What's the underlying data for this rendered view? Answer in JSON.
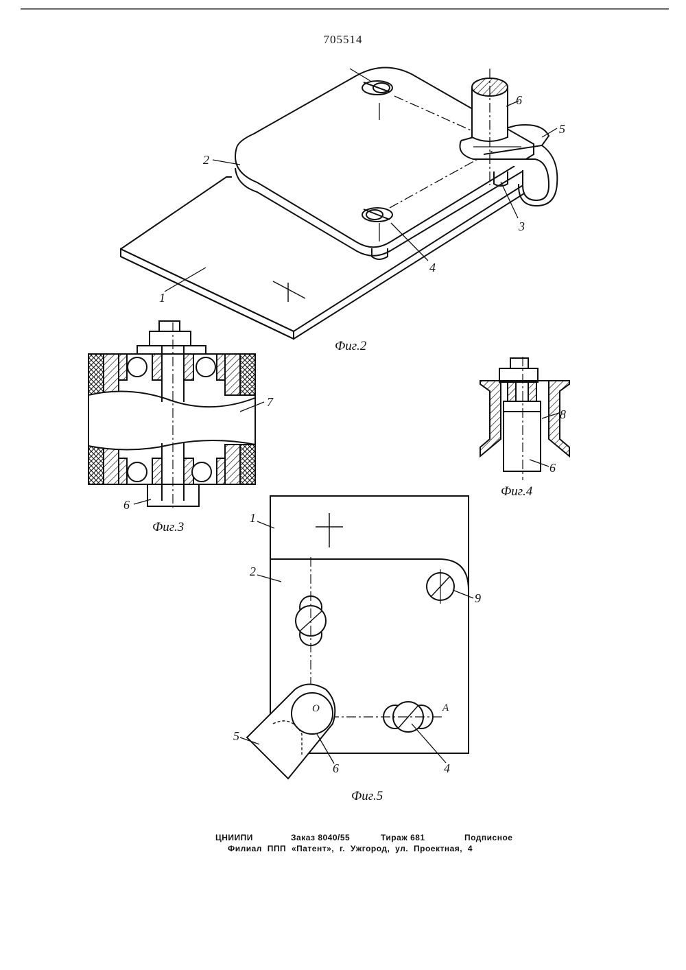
{
  "header": {
    "doc_number": "705514"
  },
  "figures": {
    "fig2": {
      "caption": "Фиг.2",
      "labels": [
        "1",
        "2",
        "3",
        "4",
        "5",
        "6"
      ]
    },
    "fig3": {
      "caption": "Фиг.3",
      "labels": [
        "6",
        "7"
      ]
    },
    "fig4": {
      "caption": "Фиг.4",
      "labels": [
        "6",
        "8"
      ]
    },
    "fig5": {
      "caption": "Фиг.5",
      "labels": [
        "1",
        "2",
        "4",
        "5",
        "6",
        "9",
        "O",
        "A"
      ]
    }
  },
  "footer": {
    "line1": {
      "org": "ЦНИИПИ",
      "order": "Заказ 8040/55",
      "run": "Тираж 681",
      "type": "Подписное"
    },
    "line2": "Филиал ППП «Патент», г. Ужгород, ул. Проектная, 4"
  }
}
